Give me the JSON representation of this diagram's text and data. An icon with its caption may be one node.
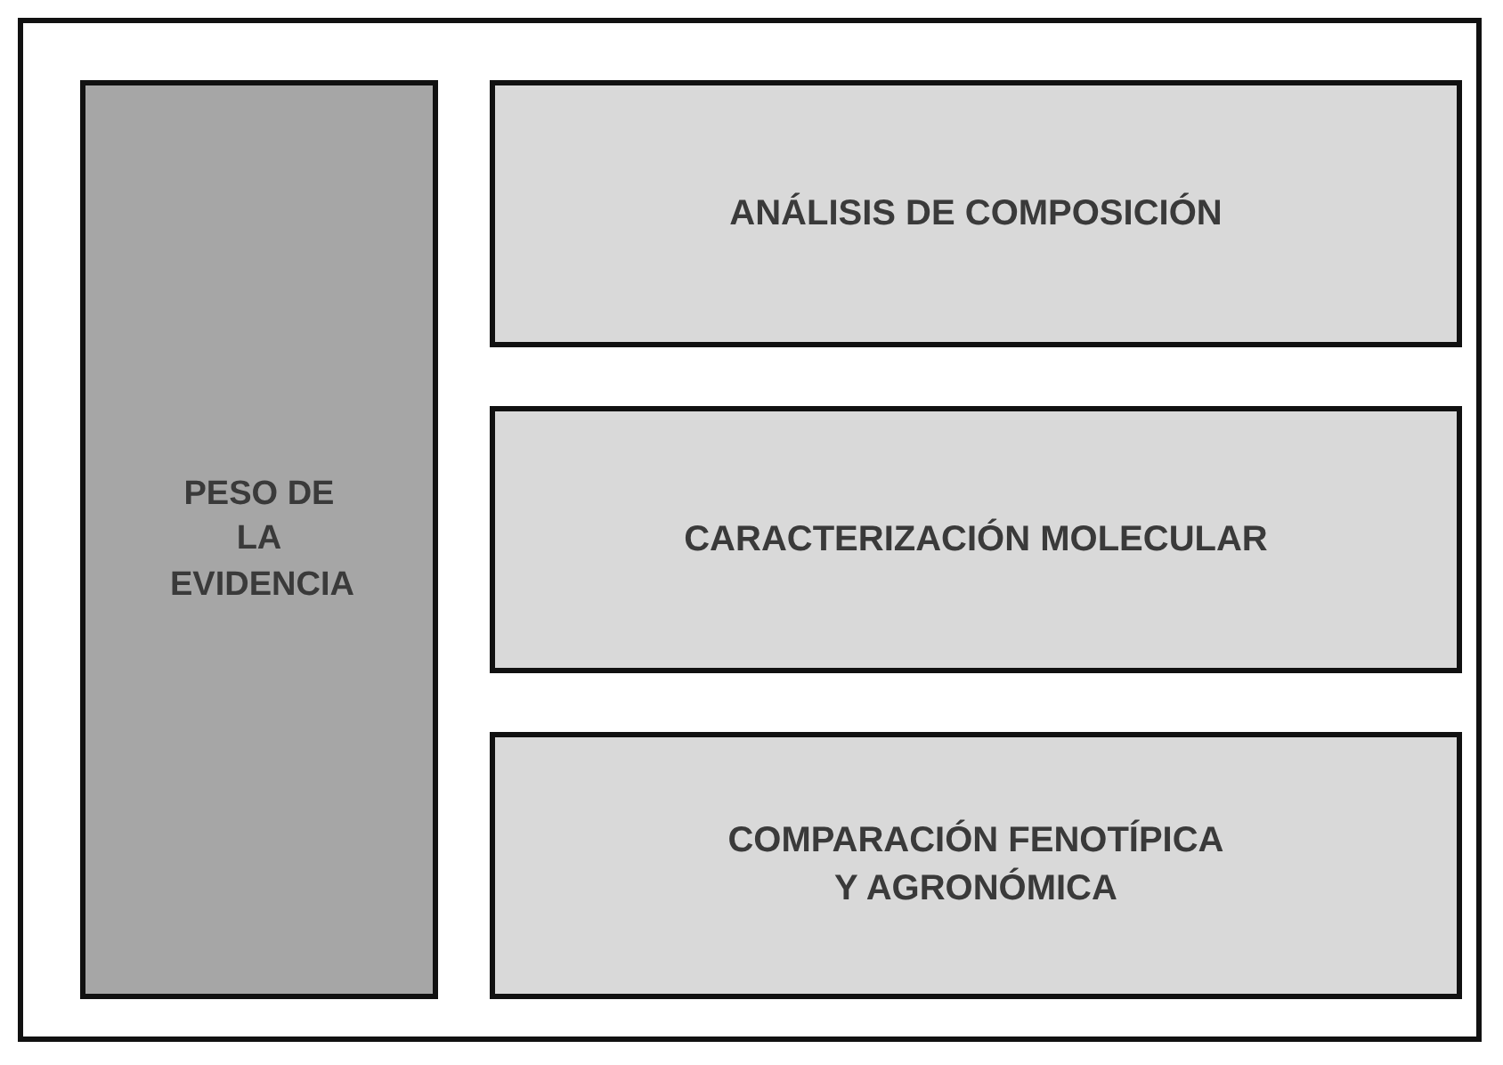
{
  "diagram": {
    "nodes": [
      {
        "text": [],
        "shape": "box"
      },
      {
        "text": [
          "PESO DE LA EVIDENCIA"
        ],
        "in": 0
      },
      {
        "text": [
          "ANÁLISIS DE COMPOSICIÓN"
        ],
        "in": 0
      },
      {
        "text": [
          "CARACTERIZACIÓN MOLECULAR"
        ],
        "in": 0
      },
      {
        "text": [
          "COMPARACIÓN FENOTÍPICA Y AGRONÓMICA"
        ],
        "in": 0
      }
    ]
  }
}
